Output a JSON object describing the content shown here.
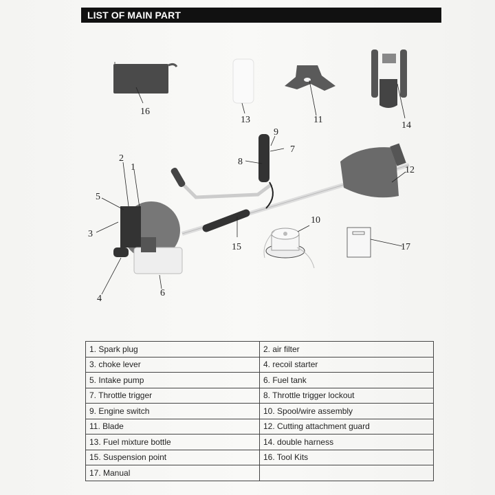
{
  "header": {
    "title": "LIST OF MAIN PART"
  },
  "diagram": {
    "callouts": [
      {
        "id": "16",
        "label": "16"
      },
      {
        "id": "13",
        "label": "13"
      },
      {
        "id": "11",
        "label": "11"
      },
      {
        "id": "14",
        "label": "14"
      },
      {
        "id": "9",
        "label": "9"
      },
      {
        "id": "7",
        "label": "7"
      },
      {
        "id": "8",
        "label": "8"
      },
      {
        "id": "2",
        "label": "2"
      },
      {
        "id": "1",
        "label": "1"
      },
      {
        "id": "12",
        "label": "12"
      },
      {
        "id": "5",
        "label": "5"
      },
      {
        "id": "3",
        "label": "3"
      },
      {
        "id": "10",
        "label": "10"
      },
      {
        "id": "15",
        "label": "15"
      },
      {
        "id": "17",
        "label": "17"
      },
      {
        "id": "4",
        "label": "4"
      },
      {
        "id": "6",
        "label": "6"
      }
    ]
  },
  "parts_table": {
    "rows": [
      [
        "1. Spark plug",
        "2. air filter"
      ],
      [
        "3. choke lever",
        "4. recoil starter"
      ],
      [
        "5. Intake pump",
        "6. Fuel tank"
      ],
      [
        "7. Throttle trigger",
        "8. Throttle trigger lockout"
      ],
      [
        "9.  Engine switch",
        "10. Spool/wire assembly"
      ],
      [
        "11. Blade",
        "12. Cutting attachment guard"
      ],
      [
        "13.  Fuel mixture bottle",
        "14. double harness"
      ],
      [
        "15. Suspension point",
        "16. Tool Kits"
      ],
      [
        "17. Manual",
        ""
      ]
    ]
  }
}
